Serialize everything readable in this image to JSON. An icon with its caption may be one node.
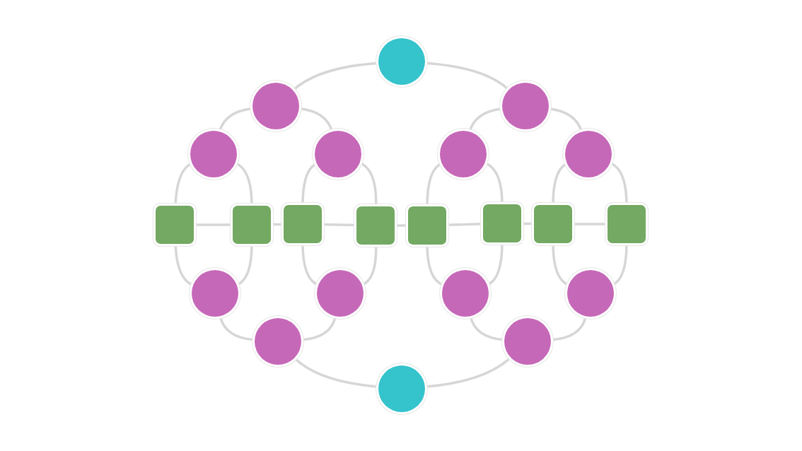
{
  "diagram": {
    "nodes": [
      {
        "text": [],
        "shape": "circle"
      },
      {
        "text": [],
        "shape": "circle"
      },
      {
        "text": [],
        "shape": "circle"
      },
      {
        "text": [],
        "shape": "circle"
      },
      {
        "text": [],
        "shape": "circle"
      },
      {
        "text": [],
        "shape": "circle"
      },
      {
        "text": [],
        "shape": "circle"
      },
      {
        "text": [],
        "shape": "box"
      },
      {
        "text": [],
        "shape": "box"
      },
      {
        "text": [],
        "shape": "box"
      },
      {
        "text": [],
        "shape": "box"
      },
      {
        "text": [],
        "shape": "box"
      },
      {
        "text": [],
        "shape": "box"
      },
      {
        "text": [],
        "shape": "box"
      },
      {
        "text": [],
        "shape": "box"
      },
      {
        "text": [],
        "shape": "circle"
      },
      {
        "text": [],
        "shape": "circle"
      },
      {
        "text": [],
        "shape": "circle"
      },
      {
        "text": [],
        "shape": "circle"
      },
      {
        "text": [],
        "shape": "circle"
      },
      {
        "text": [],
        "shape": "circle"
      },
      {
        "text": [],
        "shape": "circle"
      }
    ],
    "edges": [
      {
        "from": 0,
        "to": 1,
        "arrow": "none"
      },
      {
        "from": 0,
        "to": 2,
        "arrow": "none"
      },
      {
        "from": 1,
        "to": 3,
        "arrow": "none"
      },
      {
        "from": 1,
        "to": 4,
        "arrow": "none"
      },
      {
        "from": 2,
        "to": 5,
        "arrow": "none"
      },
      {
        "from": 2,
        "to": 6,
        "arrow": "none"
      },
      {
        "from": 3,
        "to": 7,
        "arrow": "none"
      },
      {
        "from": 3,
        "to": 8,
        "arrow": "none"
      },
      {
        "from": 4,
        "to": 9,
        "arrow": "none"
      },
      {
        "from": 4,
        "to": 10,
        "arrow": "none"
      },
      {
        "from": 5,
        "to": 11,
        "arrow": "none"
      },
      {
        "from": 5,
        "to": 12,
        "arrow": "none"
      },
      {
        "from": 6,
        "to": 13,
        "arrow": "none"
      },
      {
        "from": 6,
        "to": 14,
        "arrow": "none"
      },
      {
        "from": 7,
        "to": 8,
        "arrow": "none"
      },
      {
        "from": 8,
        "to": 9,
        "arrow": "none"
      },
      {
        "from": 9,
        "to": 10,
        "arrow": "none"
      },
      {
        "from": 10,
        "to": 11,
        "arrow": "none"
      },
      {
        "from": 11,
        "to": 12,
        "arrow": "none"
      },
      {
        "from": 12,
        "to": 13,
        "arrow": "none"
      },
      {
        "from": 13,
        "to": 14,
        "arrow": "none"
      },
      {
        "from": 7,
        "to": 15,
        "arrow": "none"
      },
      {
        "from": 8,
        "to": 15,
        "arrow": "none"
      },
      {
        "from": 9,
        "to": 16,
        "arrow": "none"
      },
      {
        "from": 10,
        "to": 16,
        "arrow": "none"
      },
      {
        "from": 11,
        "to": 17,
        "arrow": "none"
      },
      {
        "from": 12,
        "to": 17,
        "arrow": "none"
      },
      {
        "from": 13,
        "to": 18,
        "arrow": "none"
      },
      {
        "from": 14,
        "to": 18,
        "arrow": "none"
      },
      {
        "from": 15,
        "to": 19,
        "arrow": "none"
      },
      {
        "from": 16,
        "to": 19,
        "arrow": "none"
      },
      {
        "from": 17,
        "to": 20,
        "arrow": "none"
      },
      {
        "from": 18,
        "to": 20,
        "arrow": "none"
      },
      {
        "from": 19,
        "to": 21,
        "arrow": "none"
      },
      {
        "from": 20,
        "to": 21,
        "arrow": "none"
      }
    ]
  }
}
